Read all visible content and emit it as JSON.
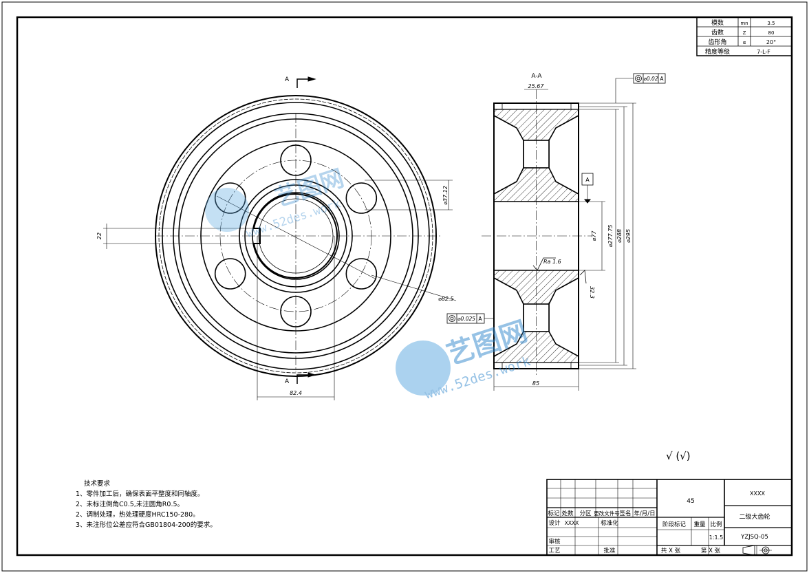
{
  "param_table": {
    "rows": [
      {
        "name": "模数",
        "symbol": "mn",
        "value": "3.5"
      },
      {
        "name": "齿数",
        "symbol": "Z",
        "value": "80"
      },
      {
        "name": "齿形角",
        "symbol": "α",
        "value": "20°"
      },
      {
        "name": "精度等级",
        "symbol": "",
        "value": "7-L-F"
      }
    ]
  },
  "front_view": {
    "section_mark": "A",
    "dim_hole_circle_dia": "⌀82.5",
    "dim_keyway_depth": "⌀37.12",
    "dim_keyway_width": "22",
    "dim_bottom_width": "82.4"
  },
  "section_view": {
    "title": "A-A",
    "dim_top": "25.67",
    "runout_top": {
      "tol": "0.02",
      "datum": "A"
    },
    "datum_label": "A",
    "dim_d1": "⌀77",
    "dim_d2": "⌀277.75",
    "dim_d3": "⌀288",
    "dim_d4": "⌀295",
    "roughness": "Ra 1.6",
    "dim_right_small": "32.3",
    "runout_left": {
      "tol": "0.025",
      "datum": "A"
    },
    "dim_width": "85"
  },
  "roughness_general": "√ (√)",
  "tech_requirements": {
    "title": "技术要求",
    "lines": [
      "1、零件加工后，确保表面平整度和同轴度。",
      "2、未标注倒角C0.5,未注圆角R0.5。",
      "2、调制处理，热处理硬度HRC150-280。",
      "3、未注形位公差应符合GB01804-200的要求。"
    ]
  },
  "title_block": {
    "material": "45",
    "company": "XXXX",
    "part_name": "二级大齿轮",
    "drawing_no": "YZJSQ-05",
    "scale": "1:1.5",
    "labels": {
      "mark": "标记",
      "count": "处数",
      "zone": "分区",
      "change_doc": "更改文件号",
      "sign": "签名",
      "date": "年/月/日",
      "design": "设计",
      "designer": "XXXX",
      "standard": "标准化",
      "stage": "阶段标记",
      "weight": "重量",
      "ratio": "比例",
      "review": "审核",
      "process": "工艺",
      "approve": "批准",
      "total": "共 X 张",
      "sheet": "第 X 张"
    }
  },
  "watermark": {
    "brand": "艺图网",
    "url": "www.52des.work"
  }
}
